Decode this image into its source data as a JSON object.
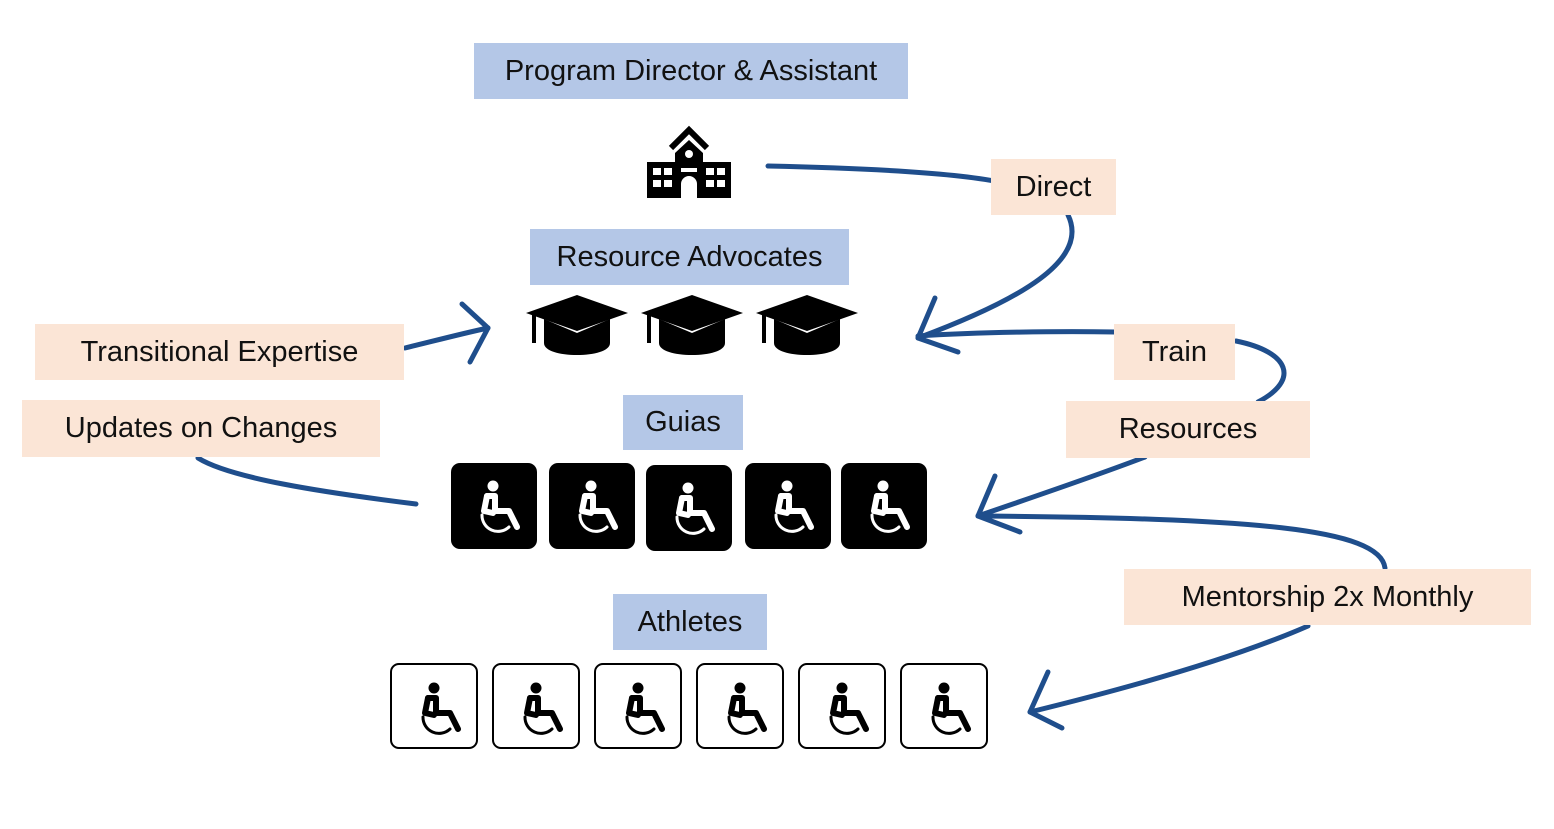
{
  "diagram": {
    "roles": {
      "program_director": "Program Director & Assistant",
      "resource_advocates": "Resource Advocates",
      "guias": "Guias",
      "athletes": "Athletes"
    },
    "actions": {
      "direct": "Direct",
      "train": "Train",
      "resources": "Resources",
      "transitional_expertise": "Transitional Expertise",
      "updates_on_changes": "Updates on Changes",
      "mentorship": "Mentorship 2x Monthly"
    },
    "counts": {
      "program_director_icons": 1,
      "resource_advocate_icons": 3,
      "guia_icons": 5,
      "athlete_icons": 6
    },
    "icons": {
      "program_director": "school-building-icon",
      "resource_advocates": "graduation-cap-icon",
      "guias": "wheelchair-icon",
      "athletes": "wheelchair-icon"
    },
    "colors": {
      "role_label_bg": "#b4c7e7",
      "action_label_bg": "#fbe5d6",
      "arrow": "#1f4e8c"
    },
    "flows": [
      {
        "from": "Program Director & Assistant",
        "to": "Resource Advocates",
        "label": "Direct"
      },
      {
        "from": "Resource Advocates",
        "to": "Guias",
        "label": "Train / Resources"
      },
      {
        "from": "Guias",
        "to": "Resource Advocates",
        "label": "Updates on Changes / Transitional Expertise"
      },
      {
        "from": "Guias",
        "to": "Athletes",
        "label": "Mentorship 2x Monthly"
      }
    ]
  }
}
